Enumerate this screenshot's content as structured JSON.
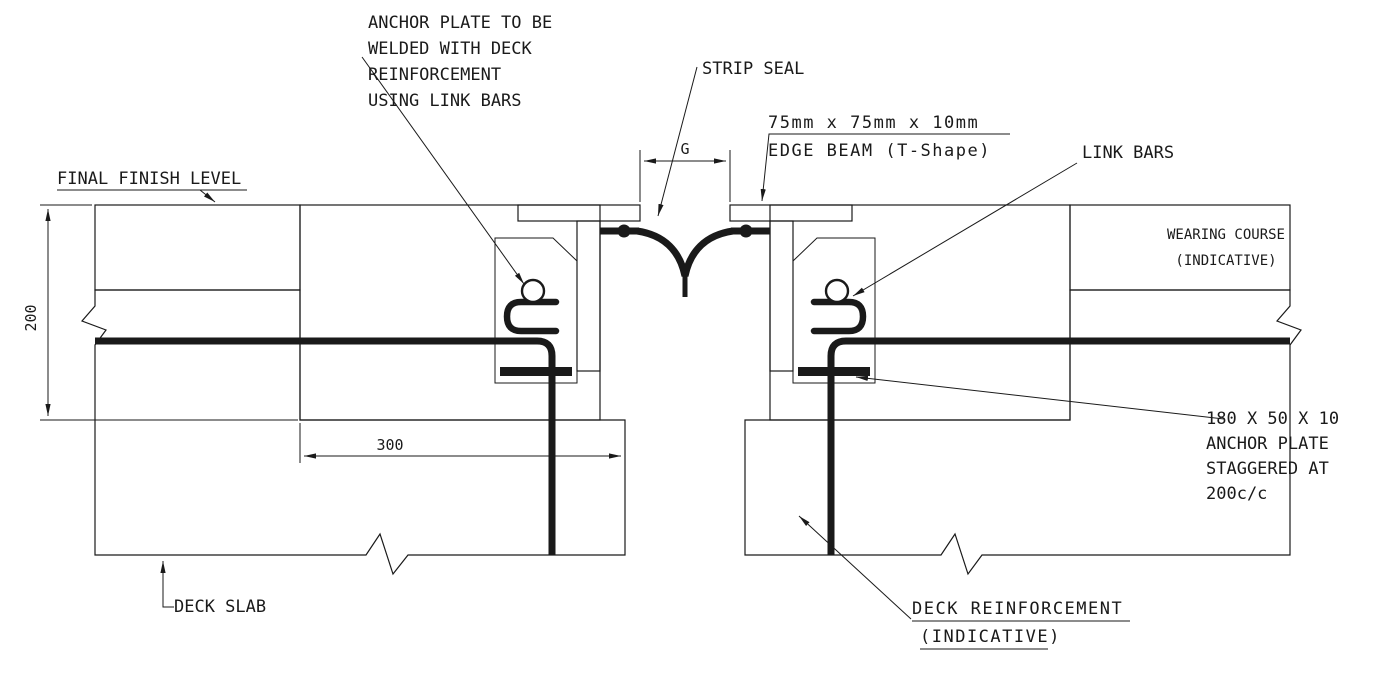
{
  "drawing": {
    "title": "Strip seal expansion joint section detail",
    "labels": {
      "final_finish_level": "FINAL FINISH LEVEL",
      "anchor_plate_note": [
        "ANCHOR PLATE TO BE",
        "WELDED WITH DECK",
        "REINFORCEMENT",
        "USING LINK BARS"
      ],
      "strip_seal": "STRIP SEAL",
      "edge_beam_spec": "75mm x 75mm x 10mm",
      "edge_beam_name": "EDGE BEAM (T-Shape)",
      "link_bars": "LINK BARS",
      "wearing_course": [
        "WEARING COURSE",
        "(INDICATIVE)"
      ],
      "anchor_plate_spec": [
        "180 X 50 X 10",
        "ANCHOR PLATE",
        "STAGGERED AT",
        "200c/c"
      ],
      "deck_slab": "DECK SLAB",
      "deck_reinforcement": [
        "DECK REINFORCEMENT",
        "(INDICATIVE)"
      ]
    },
    "dimensions": {
      "recess_depth": "200",
      "blockout_width": "300",
      "joint_gap": "G"
    },
    "colors": {
      "ink": "#1a1a1a",
      "paper": "#ffffff"
    }
  }
}
